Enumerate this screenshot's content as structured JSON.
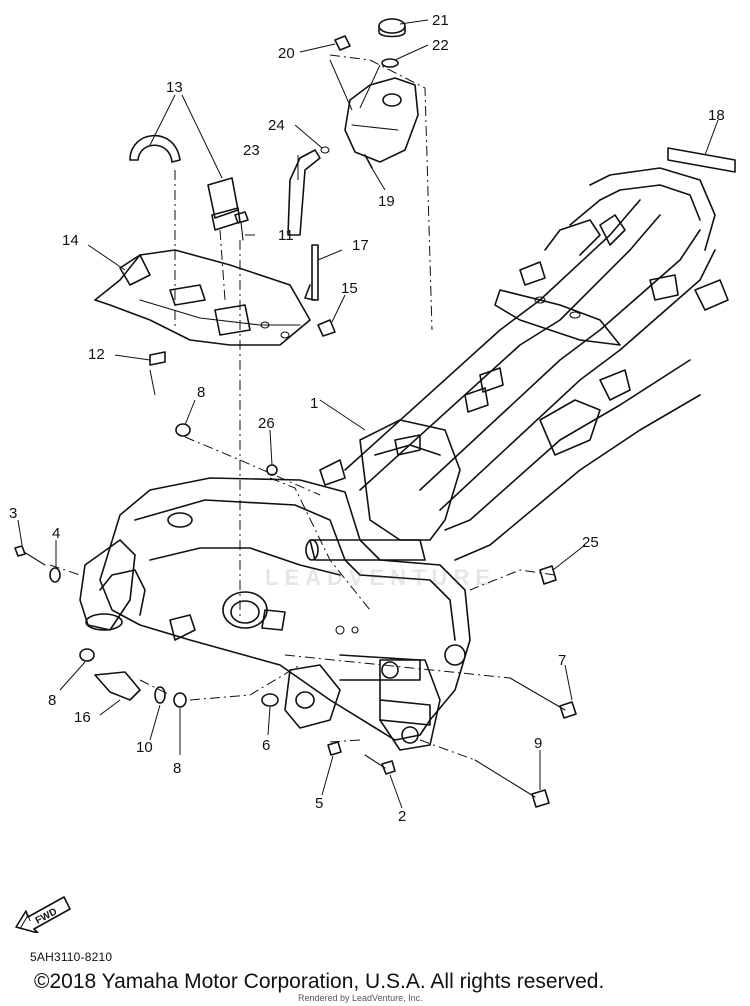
{
  "diagram": {
    "callouts": [
      {
        "id": "1",
        "label": "1"
      },
      {
        "id": "2",
        "label": "2"
      },
      {
        "id": "3",
        "label": "3"
      },
      {
        "id": "4",
        "label": "4"
      },
      {
        "id": "5",
        "label": "5"
      },
      {
        "id": "6",
        "label": "6"
      },
      {
        "id": "7",
        "label": "7"
      },
      {
        "id": "8a",
        "label": "8"
      },
      {
        "id": "8b",
        "label": "8"
      },
      {
        "id": "8c",
        "label": "8"
      },
      {
        "id": "9",
        "label": "9"
      },
      {
        "id": "10",
        "label": "10"
      },
      {
        "id": "11",
        "label": "11"
      },
      {
        "id": "12",
        "label": "12"
      },
      {
        "id": "13",
        "label": "13"
      },
      {
        "id": "14",
        "label": "14"
      },
      {
        "id": "15",
        "label": "15"
      },
      {
        "id": "16",
        "label": "16"
      },
      {
        "id": "17",
        "label": "17"
      },
      {
        "id": "18",
        "label": "18"
      },
      {
        "id": "19",
        "label": "19"
      },
      {
        "id": "20",
        "label": "20"
      },
      {
        "id": "21",
        "label": "21"
      },
      {
        "id": "22",
        "label": "22"
      },
      {
        "id": "23",
        "label": "23"
      },
      {
        "id": "24",
        "label": "24"
      },
      {
        "id": "25",
        "label": "25"
      },
      {
        "id": "26",
        "label": "26"
      }
    ],
    "fwd_label": "FWD",
    "watermark": "LEADVENTURE"
  },
  "footer": {
    "catalog_code": "5AH3110-8210",
    "copyright": "©2018 Yamaha Motor Corporation, U.S.A. All rights reserved.",
    "rendered_by": "Rendered by LeadVenture, Inc."
  }
}
